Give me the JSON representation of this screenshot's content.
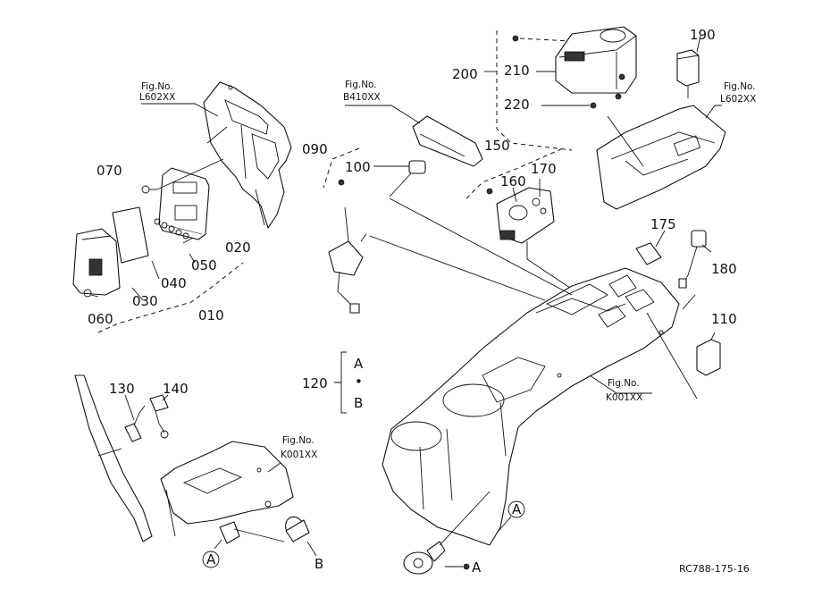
{
  "diagram": {
    "reference_code": "RC788-175-16",
    "figure_refs": [
      {
        "id": "fig-l602-left",
        "line1": "Fig.No.",
        "line2": "L602XX"
      },
      {
        "id": "fig-b410",
        "line1": "Fig.No.",
        "line2": "B410XX"
      },
      {
        "id": "fig-l602-right",
        "line1": "Fig.No.",
        "line2": "L602XX"
      },
      {
        "id": "fig-k001-center",
        "line1": "Fig.No.",
        "line2": "K001XX"
      },
      {
        "id": "fig-k001-lower",
        "line1": "Fig.No.",
        "line2": "K001XX"
      }
    ],
    "part_numbers": {
      "p010": "010",
      "p020": "020",
      "p030": "030",
      "p040": "040",
      "p050": "050",
      "p060": "060",
      "p070": "070",
      "p090": "090",
      "p100": "100",
      "p110": "110",
      "p120": "120",
      "p130": "130",
      "p140": "140",
      "p150": "150",
      "p160": "160",
      "p170": "170",
      "p175": "175",
      "p180": "180",
      "p190": "190",
      "p200": "200",
      "p210": "210",
      "p220": "220"
    },
    "markers": {
      "a": "A",
      "b": "B",
      "bullet": "•"
    }
  }
}
